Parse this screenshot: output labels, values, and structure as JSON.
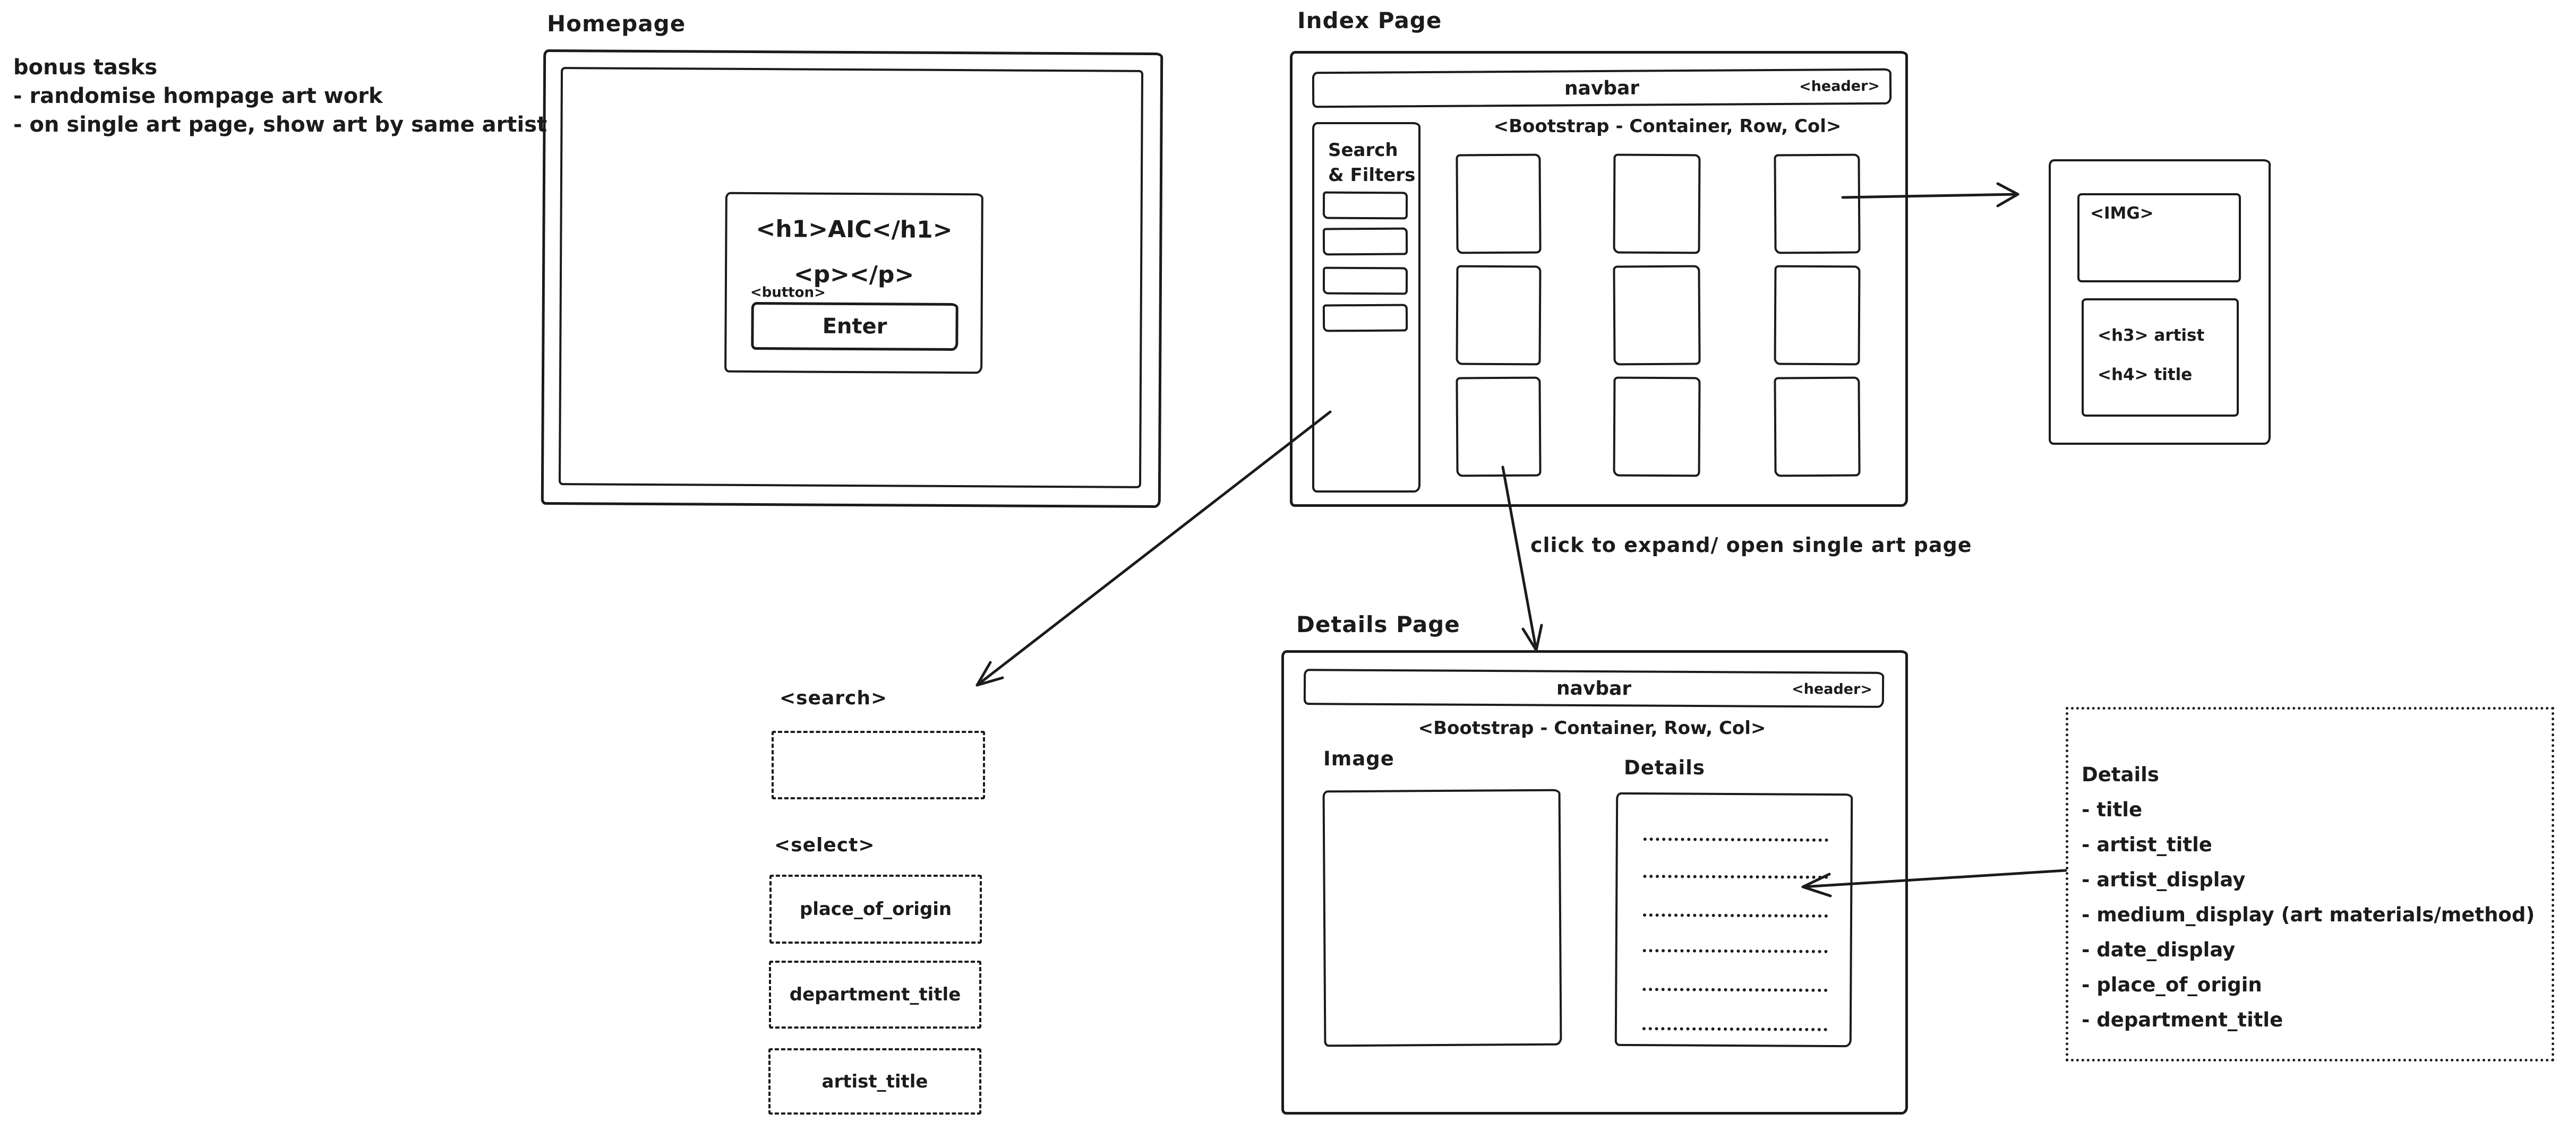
{
  "colors": {
    "ink": "#1b1b1b",
    "background": "#ffffff"
  },
  "notes_bonus": {
    "title": "bonus tasks",
    "items": [
      "- randomise hompage art work",
      "- on single art page, show art by same artist"
    ]
  },
  "homepage": {
    "label": "Homepage",
    "h1_tag": "<h1>AIC</h1>",
    "p_tag": "<p></p>",
    "button_tag": "<button>",
    "button_label": "Enter"
  },
  "index_page": {
    "label": "Index Page",
    "navbar_label": "navbar",
    "header_tag": "<header>",
    "sidebar_line1": "Search",
    "sidebar_line2": "& Filters",
    "bootstrap_note": "<Bootstrap - Container, Row, Col>"
  },
  "card": {
    "img_tag": "<IMG>",
    "h3_line": "<h3> artist",
    "h4_line": "<h4> title"
  },
  "annotations": {
    "click_note": "click to expand/ open single art page"
  },
  "details_page": {
    "label": "Details Page",
    "navbar_label": "navbar",
    "header_tag": "<header>",
    "bootstrap_note": "<Bootstrap - Container, Row, Col>",
    "image_label": "Image",
    "details_label": "Details"
  },
  "search_filters": {
    "search_tag": "<search>",
    "select_tag": "<select>",
    "options": [
      "place_of_origin",
      "department_title",
      "artist_title"
    ]
  },
  "notes_details": {
    "heading": "Details",
    "items": [
      "- title",
      "- artist_title",
      "- artist_display",
      "- medium_display (art materials/method)",
      "- date_display",
      "- place_of_origin",
      "- department_title"
    ]
  }
}
